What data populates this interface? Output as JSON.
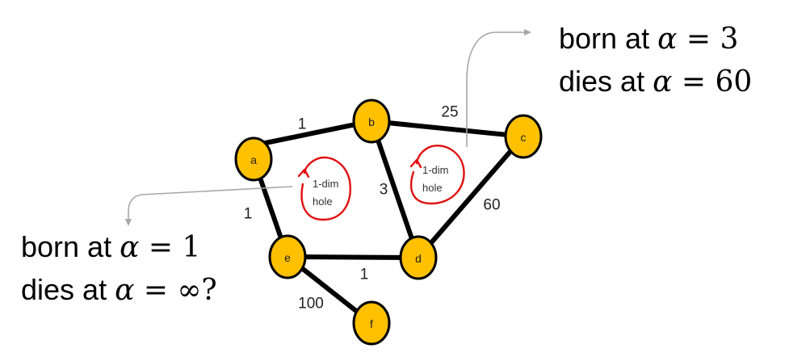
{
  "nodes": [
    {
      "id": "a",
      "label": "a"
    },
    {
      "id": "b",
      "label": "b"
    },
    {
      "id": "c",
      "label": "c"
    },
    {
      "id": "d",
      "label": "d"
    },
    {
      "id": "e",
      "label": "e"
    },
    {
      "id": "f",
      "label": "f"
    }
  ],
  "edges": [
    {
      "from": "a",
      "to": "b",
      "weight": "1"
    },
    {
      "from": "b",
      "to": "c",
      "weight": "25"
    },
    {
      "from": "b",
      "to": "d",
      "weight": "3"
    },
    {
      "from": "c",
      "to": "d",
      "weight": "60"
    },
    {
      "from": "a",
      "to": "e",
      "weight": "1"
    },
    {
      "from": "e",
      "to": "d",
      "weight": "1"
    },
    {
      "from": "e",
      "to": "f",
      "weight": "100"
    }
  ],
  "holes": [
    {
      "line1": "1-dim",
      "line2": "hole"
    },
    {
      "line1": "1-dim",
      "line2": "hole"
    }
  ],
  "annotations": {
    "right": {
      "born_prefix": "born at ",
      "born_symbol": "α",
      "born_eq": " = 3",
      "dies_prefix": "dies at ",
      "dies_symbol": "α",
      "dies_eq": " = 60"
    },
    "left": {
      "born_prefix": "born at ",
      "born_symbol": "α",
      "born_eq": " = 1",
      "dies_prefix": "dies at ",
      "dies_symbol": "α",
      "dies_eq": " = ∞?"
    }
  },
  "colors": {
    "node_fill": "#FFC000",
    "edge": "#000000",
    "hole_curve": "#E01010",
    "callout": "#A6A6A6"
  }
}
